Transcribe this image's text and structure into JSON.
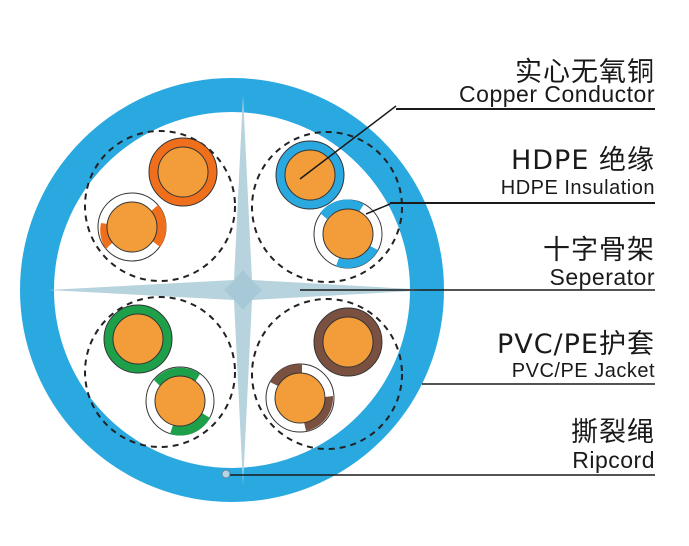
{
  "labels": {
    "conductor": {
      "cn": "实心无氧铜",
      "en": "Copper Conductor"
    },
    "insulation": {
      "cn": "HDPE 绝缘",
      "en": "HDPE Insulation"
    },
    "separator": {
      "cn": "十字骨架",
      "en": "Seperator"
    },
    "jacket": {
      "cn": "PVC/PE护套",
      "en": "PVC/PE Jacket"
    },
    "ripcord": {
      "cn": "撕裂绳",
      "en": "Ripcord"
    }
  },
  "colors": {
    "jacket": "#2aa8e0",
    "separator": "#b7d3de",
    "copper": "#f29c3a",
    "orange": "#ef6f1c",
    "blue": "#2aa8e0",
    "green": "#1e9f4a",
    "brown": "#7a5040"
  },
  "pairs": [
    {
      "quadrant": "top-left",
      "color": "orange"
    },
    {
      "quadrant": "top-right",
      "color": "blue"
    },
    {
      "quadrant": "bottom-left",
      "color": "green"
    },
    {
      "quadrant": "bottom-right",
      "color": "brown"
    }
  ]
}
